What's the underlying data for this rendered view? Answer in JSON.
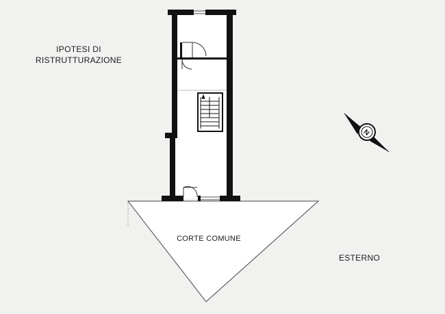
{
  "title": {
    "line1": "IPOTESI DI",
    "line2": "RISTRUTTURAZIONE"
  },
  "areas": {
    "courtyard": "CORTE COMUNE",
    "outside": "ESTERNO"
  },
  "compass": {
    "letter": "N",
    "icon": "compass-north-icon"
  },
  "colors": {
    "background": "#f1f1f0",
    "wall": "#111111",
    "courtyard_fill": "#ffffff",
    "thin_line": "#333333"
  }
}
